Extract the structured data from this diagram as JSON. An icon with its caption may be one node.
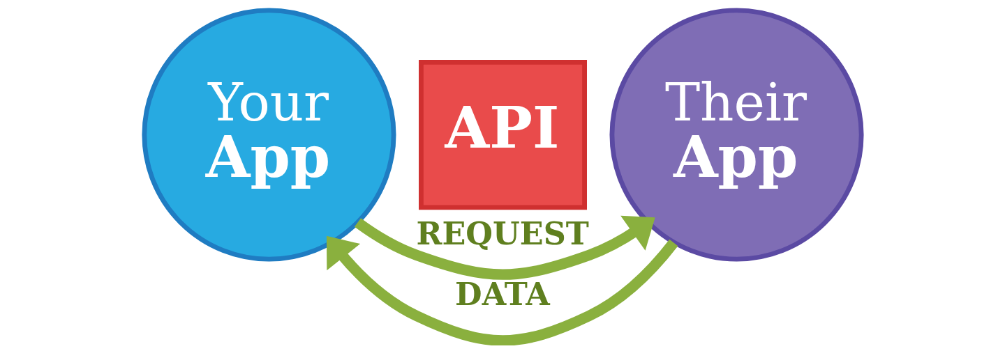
{
  "diagram": {
    "nodes": [
      {
        "text": [
          "Your",
          "App"
        ]
      },
      {
        "text": [
          "API"
        ]
      },
      {
        "text": [
          "Their",
          "App"
        ]
      }
    ],
    "edges": [
      {
        "from": 0,
        "to": 2,
        "arrow": "to",
        "label": "REQUEST"
      },
      {
        "from": 2,
        "to": 0,
        "arrow": "to",
        "label": "DATA"
      }
    ]
  }
}
